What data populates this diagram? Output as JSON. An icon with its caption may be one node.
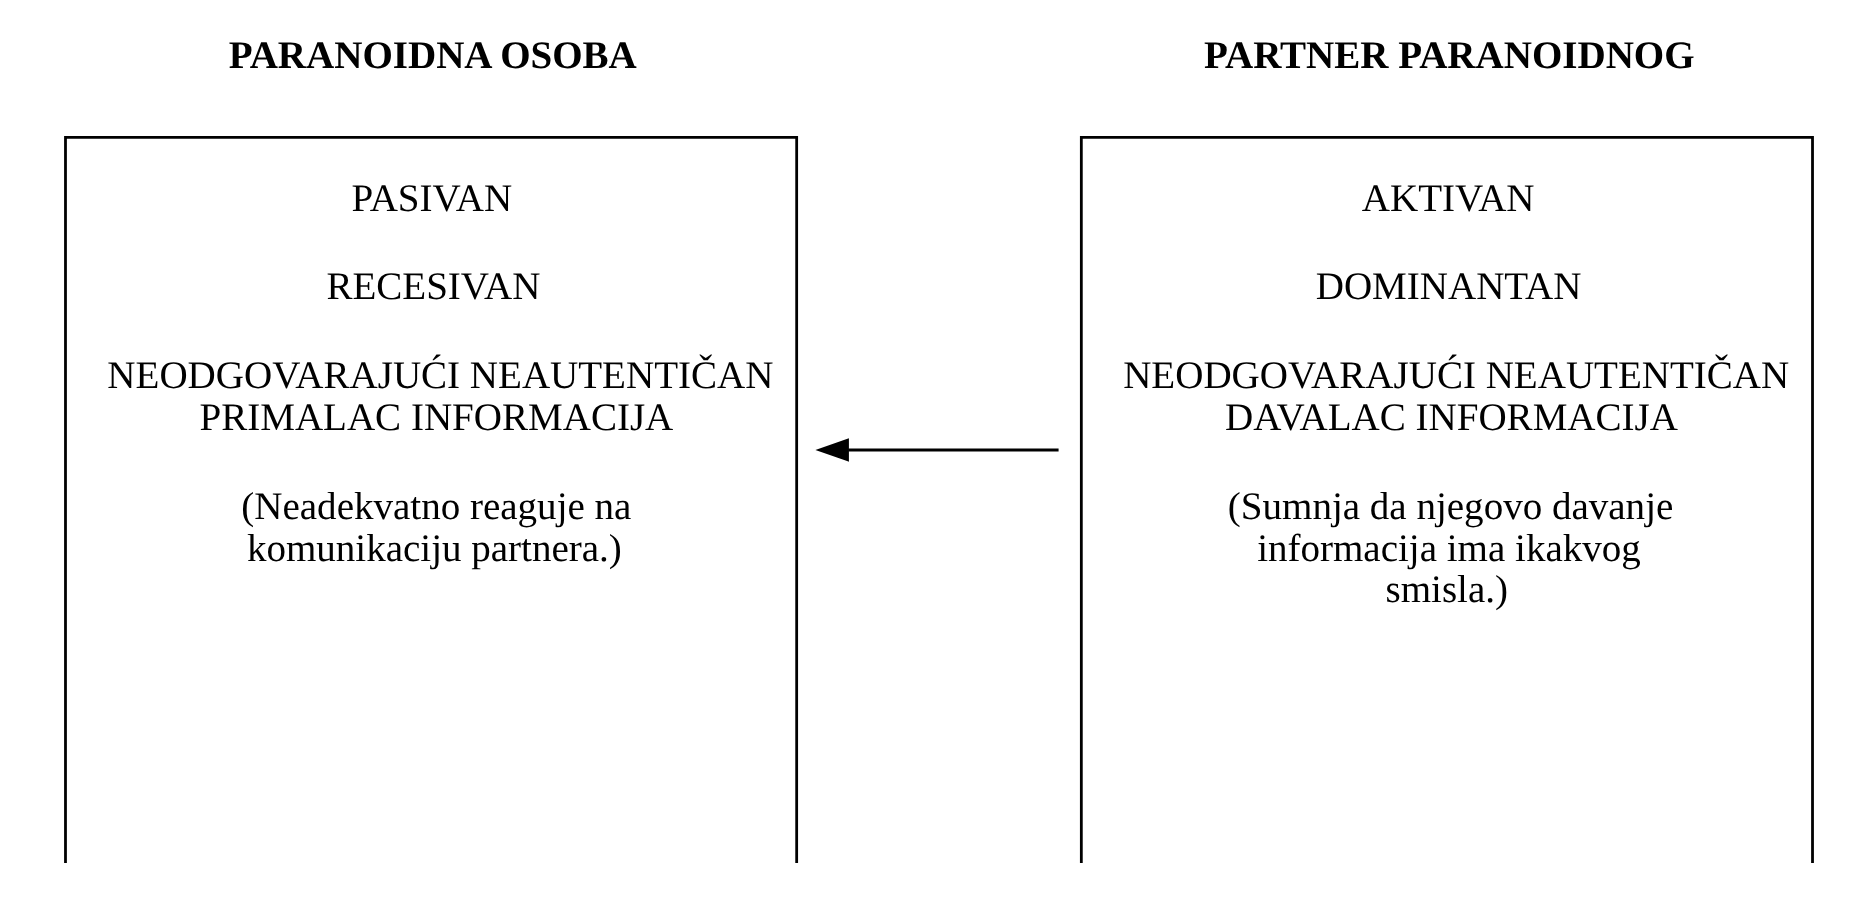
{
  "diagram": {
    "nodes": [
      {
        "text": [
          "PARANOIDNA OSOBA",
          "PASIVAN",
          "RECESIVAN",
          "NEODGOVARAJUĆI NEAUTENTIČAN PRIMALAC INFORMACIJA",
          "(Neadekvatno reaguje na komunikaciju partnera.)"
        ]
      },
      {
        "text": [
          "PARTNER PARANOIDNOG",
          "AKTIVAN",
          "DOMINANTAN",
          "NEODGOVARAJUĆI NEAUTENTIČAN DAVALAC INFORMACIJA",
          "(Sumnja da njegovo davanje informacija ima ikakvog smisla.)"
        ]
      }
    ],
    "edges": [
      {
        "from": 1,
        "to": 0,
        "arrow": "to"
      }
    ]
  }
}
